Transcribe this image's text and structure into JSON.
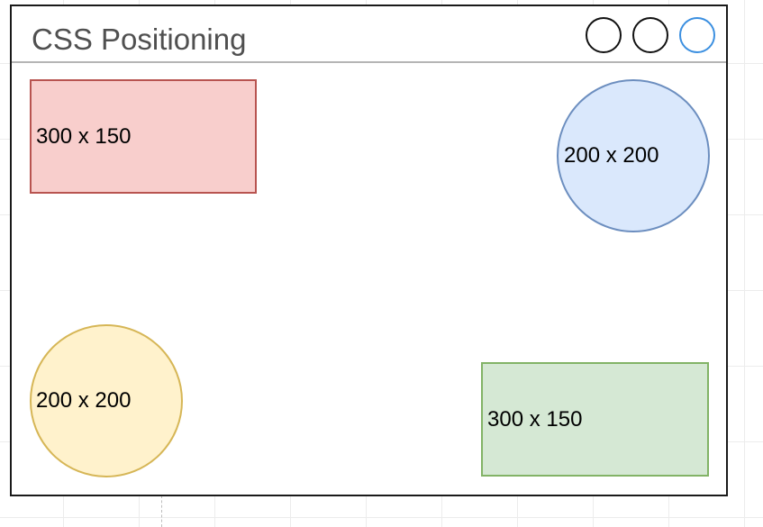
{
  "window": {
    "title": "CSS Positioning",
    "controls": [
      {
        "name": "window-control-1",
        "color": "#111111"
      },
      {
        "name": "window-control-2",
        "color": "#111111"
      },
      {
        "name": "window-control-3",
        "color": "#3b8fe0"
      }
    ]
  },
  "shapes": {
    "top_left_rect": {
      "label": "300 x 150",
      "fill": "#f8cecc",
      "stroke": "#b85450"
    },
    "top_right_circle": {
      "label": "200 x 200",
      "fill": "#dae8fc",
      "stroke": "#6c8ebf"
    },
    "bottom_left_circle": {
      "label": "200 x 200",
      "fill": "#fff2cc",
      "stroke": "#d6b656"
    },
    "bottom_right_rect": {
      "label": "300 x 150",
      "fill": "#d5e8d4",
      "stroke": "#82b366"
    }
  }
}
